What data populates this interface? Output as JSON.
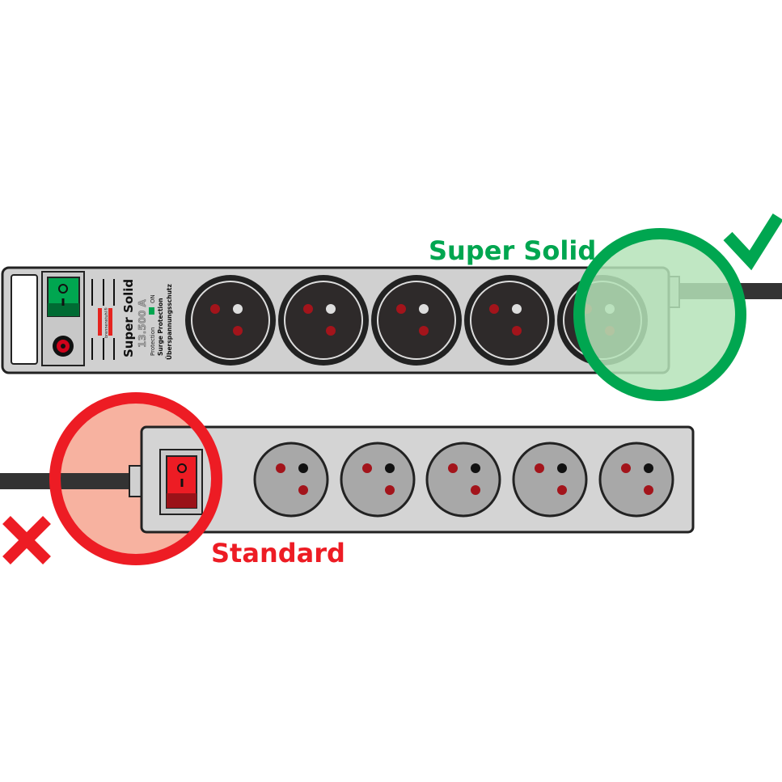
{
  "labels": {
    "super_solid": "Super Solid",
    "standard": "Standard"
  },
  "strip_label": {
    "brand": "brennenstuhl®",
    "product": "Super Solid",
    "rating": "13.500 A",
    "protection": "Protection",
    "on": "ON",
    "surge": "Surge Protection",
    "german": "Überspannungsschutz"
  },
  "icons": {
    "good": "checkmark-icon",
    "bad": "cross-icon"
  },
  "colors": {
    "green": "#00a650",
    "red": "#ed1c24",
    "green_fill": "#b5e3b8",
    "red_fill": "#f7b2a0"
  }
}
